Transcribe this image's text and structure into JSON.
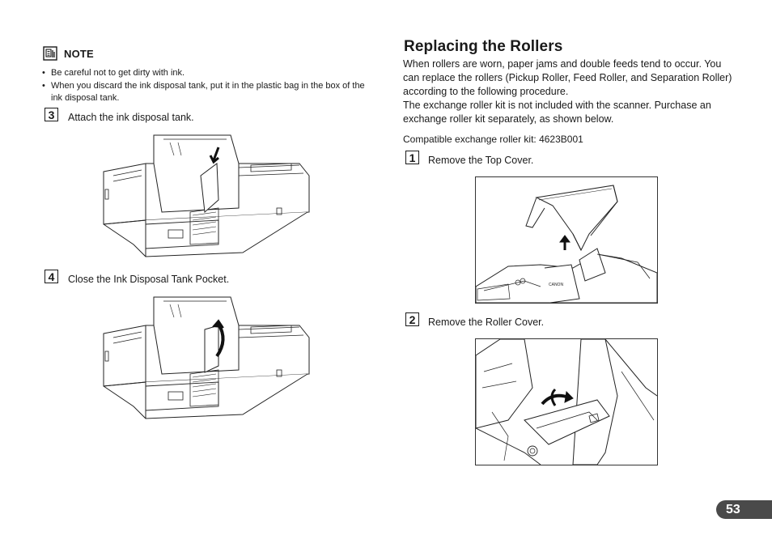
{
  "note": {
    "title": "NOTE",
    "bullets": [
      "Be careful not to get dirty with ink.",
      "When you discard the ink disposal tank, put it in the plastic bag in the box of the ink disposal tank."
    ]
  },
  "left_steps": [
    {
      "number": "3",
      "text": "Attach the ink disposal tank."
    },
    {
      "number": "4",
      "text": "Close the Ink Disposal Tank Pocket."
    }
  ],
  "section": {
    "heading": "Replacing the Rollers",
    "paragraph1": "When rollers are worn, paper jams and double feeds tend to occur. You can replace the rollers (Pickup Roller, Feed Roller, and Separation Roller) according to the following procedure.",
    "paragraph2": "The exchange roller kit is not included with the scanner. Purchase an exchange roller kit separately, as shown below.",
    "kit": "Compatible exchange roller kit: 4623B001"
  },
  "right_steps": [
    {
      "number": "1",
      "text": "Remove the Top Cover."
    },
    {
      "number": "2",
      "text": "Remove the Roller Cover."
    }
  ],
  "scanner_brand": "CANON",
  "page_number": "53"
}
